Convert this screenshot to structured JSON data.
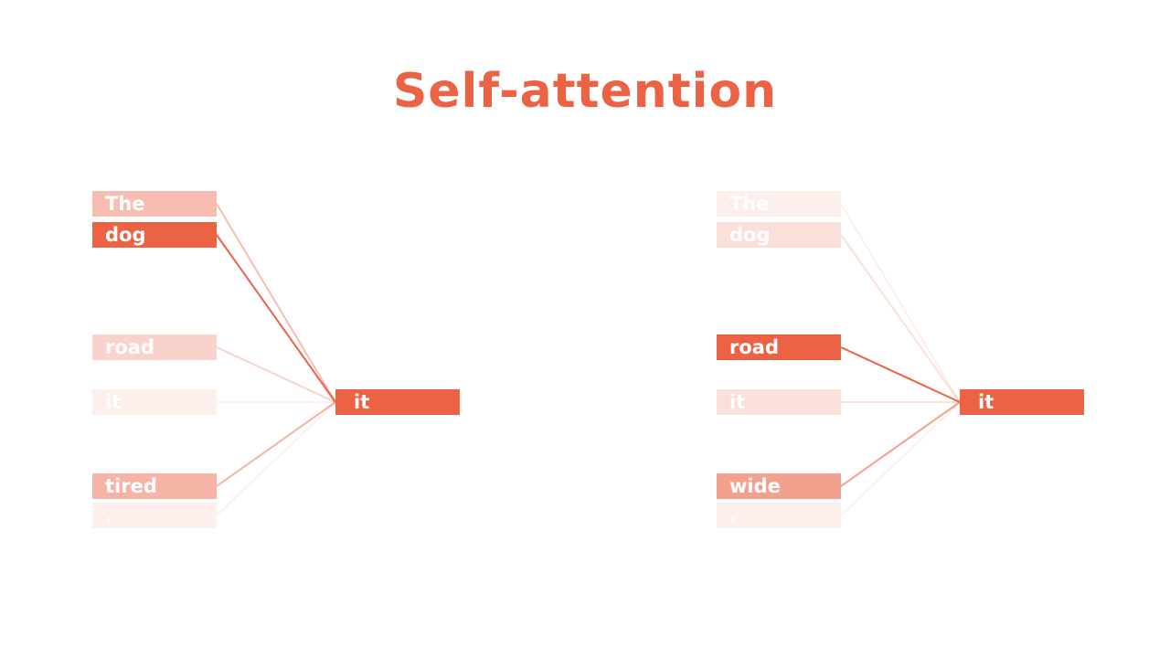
{
  "title": "Self-attention",
  "colors": {
    "accent": "#EB6245",
    "background": "#FFFFFF"
  },
  "panels": [
    {
      "query": "it",
      "tokens": [
        {
          "text": "The",
          "weight": 0.42
        },
        {
          "text": "dog",
          "weight": 1.0
        },
        {
          "text": "road",
          "weight": 0.28
        },
        {
          "text": "it",
          "weight": 0.1
        },
        {
          "text": "tired",
          "weight": 0.48
        },
        {
          "text": ".",
          "weight": 0.1
        }
      ]
    },
    {
      "query": "it",
      "tokens": [
        {
          "text": "The",
          "weight": 0.1
        },
        {
          "text": "dog",
          "weight": 0.2
        },
        {
          "text": "road",
          "weight": 1.0
        },
        {
          "text": "it",
          "weight": 0.2
        },
        {
          "text": "wide",
          "weight": 0.6
        },
        {
          "text": ".",
          "weight": 0.1
        }
      ]
    }
  ]
}
